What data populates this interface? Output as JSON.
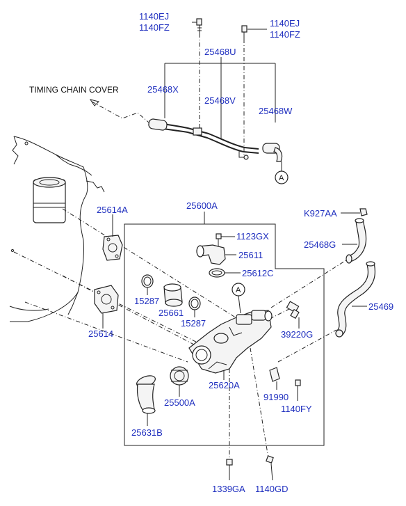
{
  "colors": {
    "part_number": "#1f2fbf",
    "text": "#111111",
    "line": "#222222",
    "background": "#ffffff"
  },
  "labels": {
    "bolt_top_left": [
      "1140EJ",
      "1140FZ"
    ],
    "bolt_top_right": [
      "1140EJ",
      "1140FZ"
    ],
    "pipe_assy": "25468U",
    "hose_x": "25468X",
    "pipe_v": "25468V",
    "hose_w": "25468W",
    "timing_chain_cover": "TIMING CHAIN COVER",
    "callout_a": "A",
    "gasket_a": "25614A",
    "housing_assy": "25600A",
    "clamp": "K927AA",
    "bolt_1123": "1123GX",
    "fitting_25611": "25611",
    "o_ring_25612c": "25612C",
    "hose_g": "25468G",
    "o_ring_left": "15287",
    "o_ring_right": "15287",
    "pipe_25661": "25661",
    "hose_25469": "25469",
    "gasket_25614": "25614",
    "sensor": "39220G",
    "housing_25620a": "25620A",
    "thermostat": "25500A",
    "bracket_91990": "91990",
    "bolt_1140fy": "1140FY",
    "cover_25631b": "25631B",
    "bolt_1339ga": "1339GA",
    "bolt_1140gd": "1140GD"
  }
}
